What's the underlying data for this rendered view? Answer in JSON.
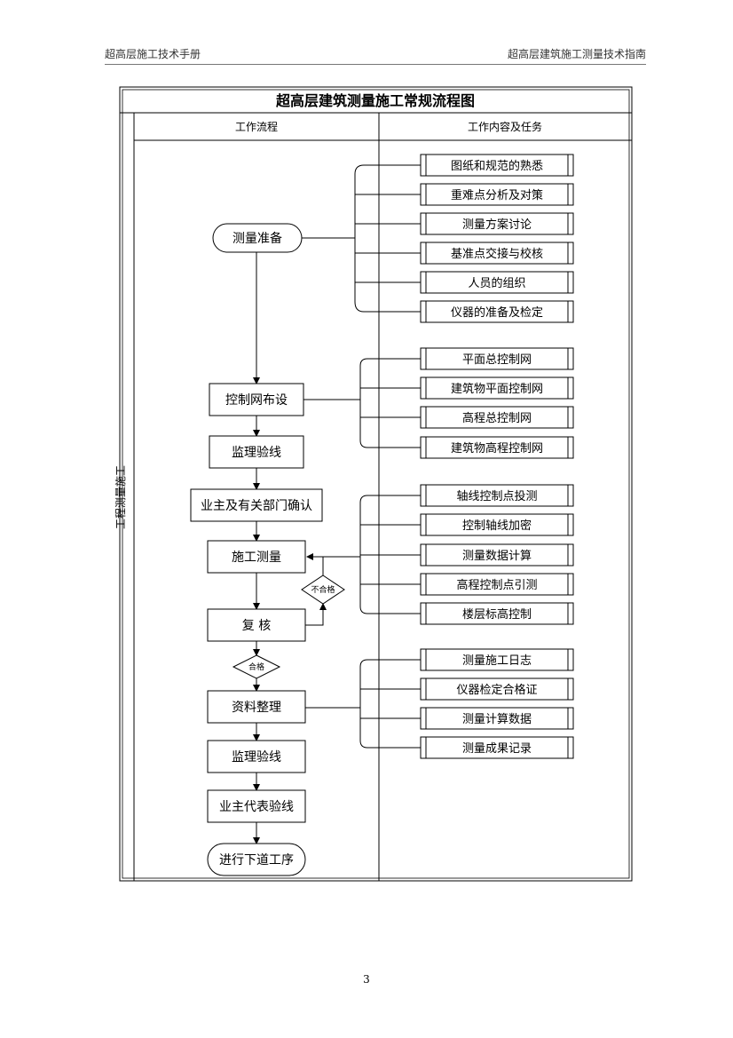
{
  "header": {
    "left": "超高层施工技术手册",
    "right": "超高层建筑施工测量技术指南"
  },
  "table": {
    "title": "超高层建筑测量施工常规流程图",
    "col_flow": "工作流程",
    "col_tasks": "工作内容及任务",
    "side_label": "工程测量施工"
  },
  "flow": {
    "start": "测量准备",
    "network": "控制网布设",
    "supervision1": "监理验线",
    "owner_confirm": "业主及有关部门确认",
    "construction": "施工测量",
    "recheck": "复 核",
    "data": "资料整理",
    "supervision2": "监理验线",
    "owner_rep": "业主代表验线",
    "end": "进行下道工序",
    "fail": "不合格",
    "pass": "合格"
  },
  "groups": {
    "prep": [
      "图纸和规范的熟悉",
      "重难点分析及对策",
      "测量方案讨论",
      "基准点交接与校核",
      "人员的组织",
      "仪器的准备及检定"
    ],
    "network": [
      "平面总控制网",
      "建筑物平面控制网",
      "高程总控制网",
      "建筑物高程控制网"
    ],
    "construction": [
      "轴线控制点投测",
      "控制轴线加密",
      "测量数据计算",
      "高程控制点引测",
      "楼层标高控制"
    ],
    "data": [
      "测量施工日志",
      "仪器检定合格证",
      "测量计算数据",
      "测量成果记录"
    ]
  },
  "page_number": "3"
}
